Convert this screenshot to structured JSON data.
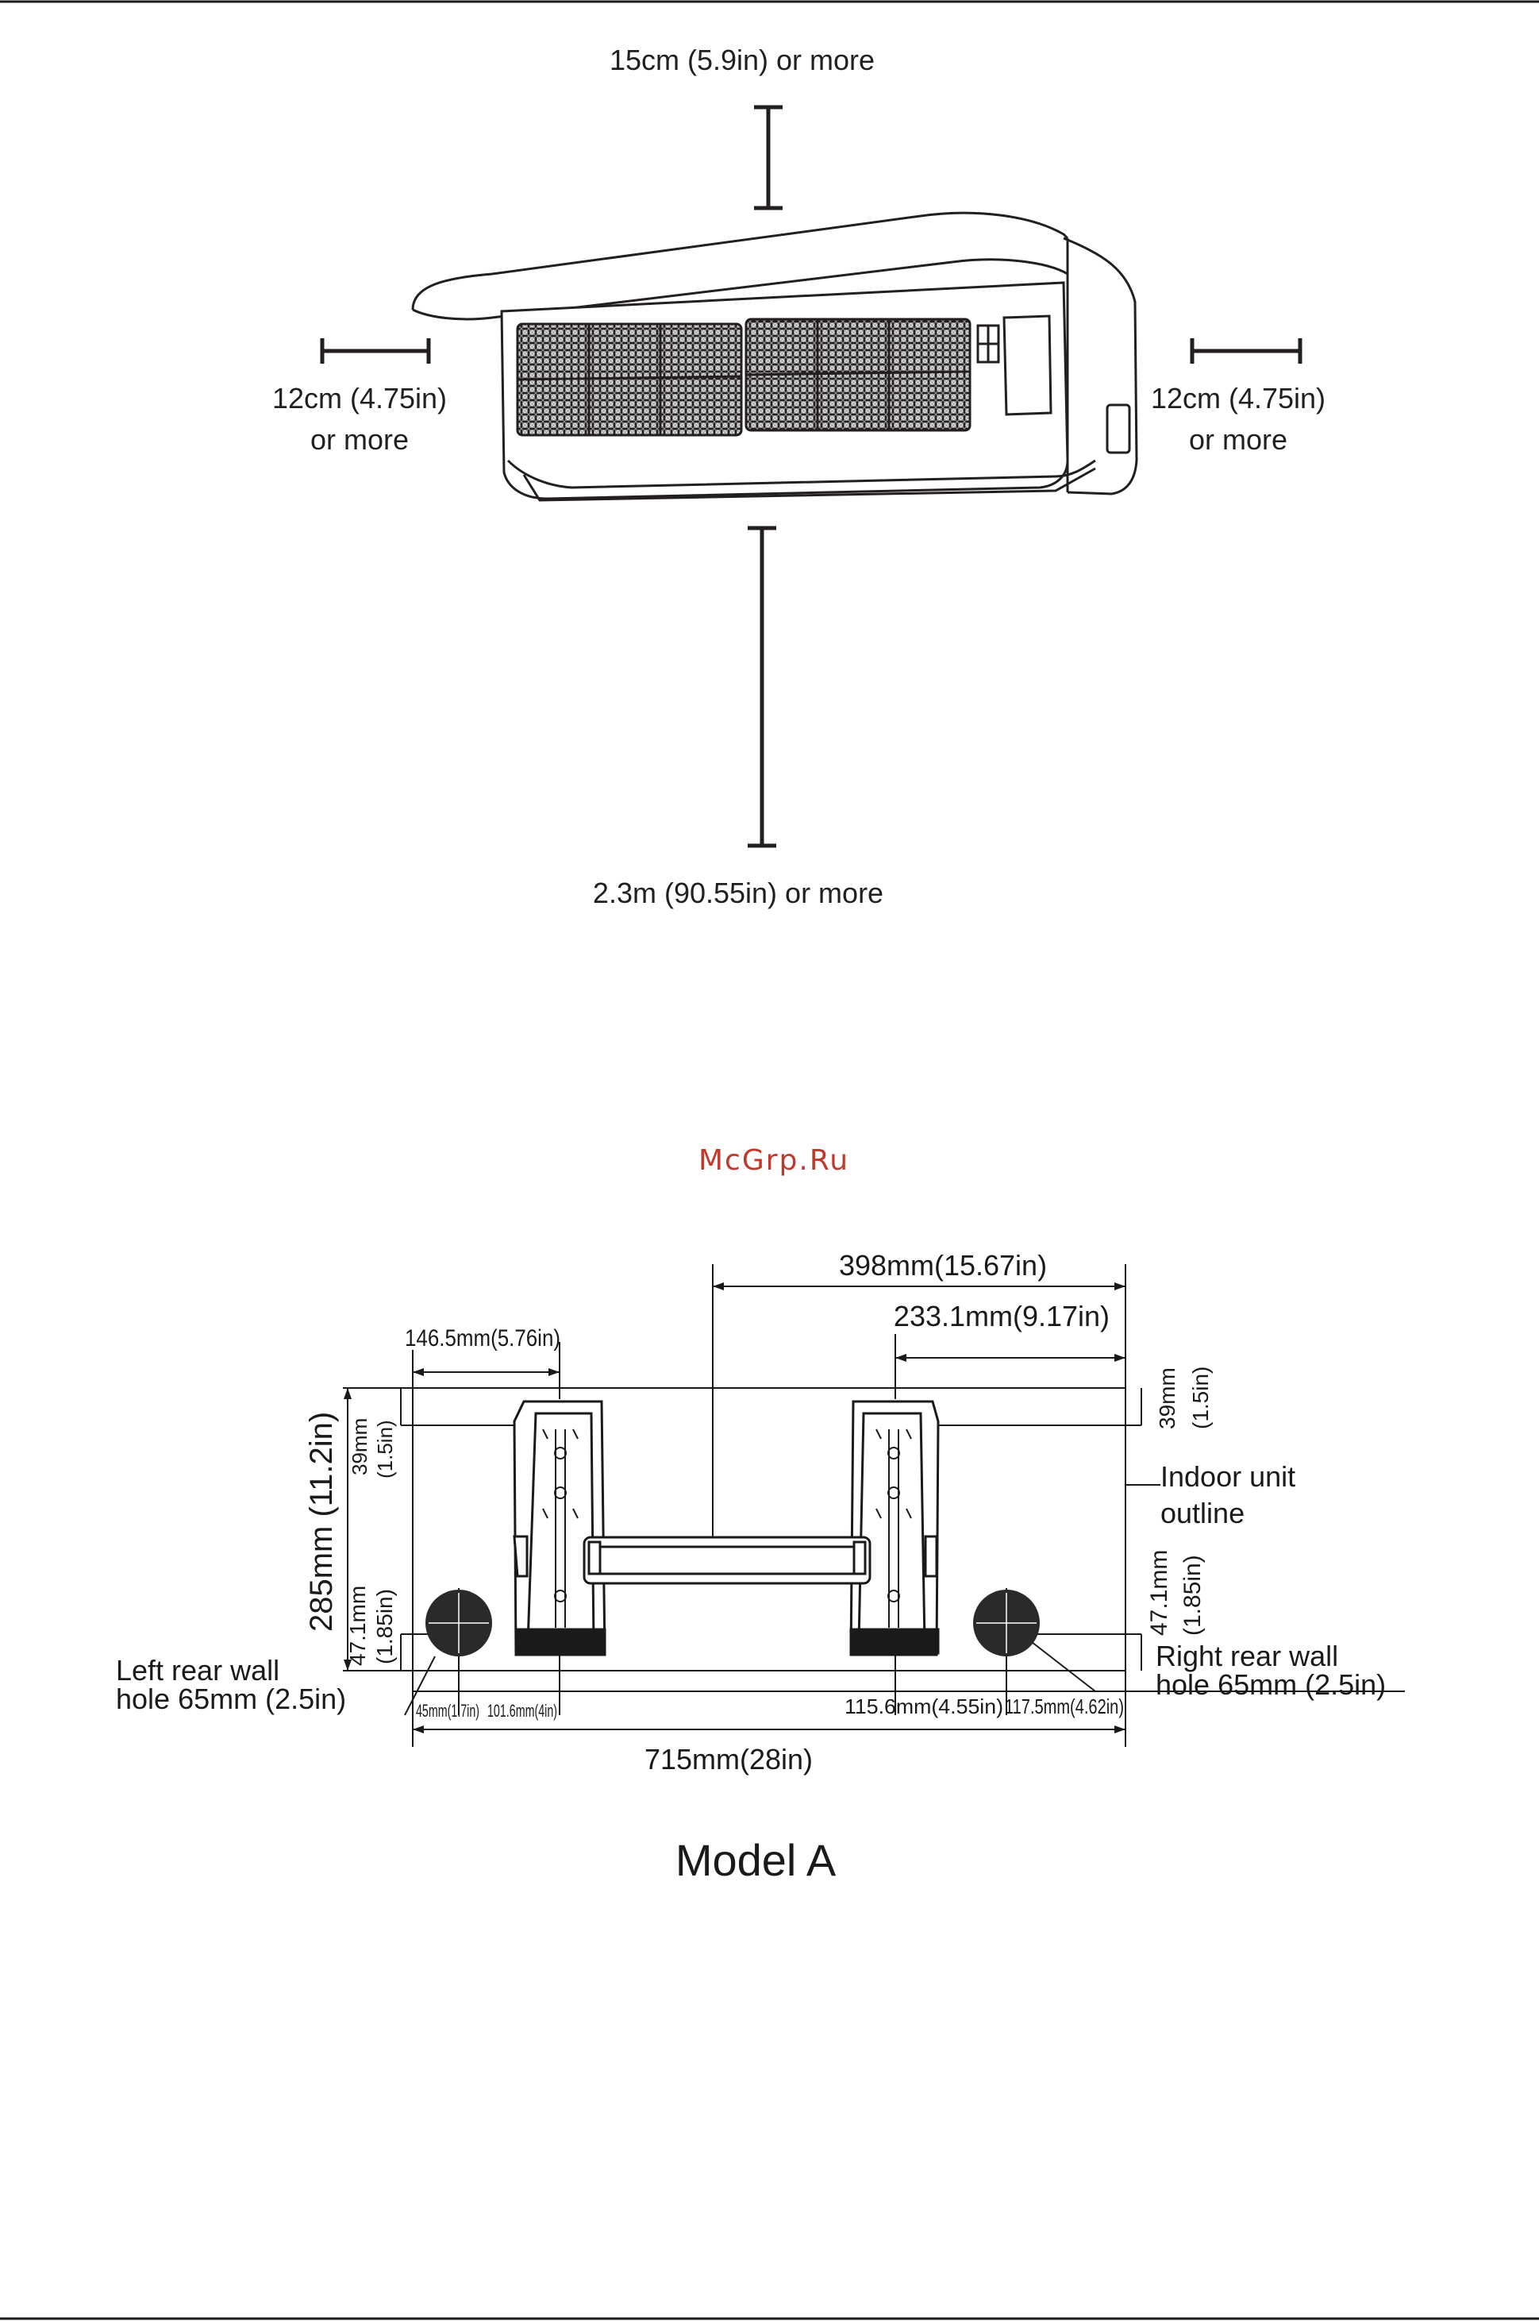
{
  "clearance": {
    "top": "15cm (5.9in) or more",
    "left_line1": "12cm (4.75in)",
    "left_line2": "or more",
    "right_line1": "12cm (4.75in)",
    "right_line2": "or more",
    "bottom": "2.3m (90.55in) or more"
  },
  "watermark": "McGrp.Ru",
  "mounting": {
    "dim_398": "398mm(15.67in)",
    "dim_233": "233.1mm(9.17in)",
    "dim_146": "146.5mm(5.76in)",
    "dim_285": "285mm (11.2in)",
    "dim_39_left_a": "39mm",
    "dim_39_left_b": "(1.5in)",
    "dim_39_right_a": "39mm",
    "dim_39_right_b": "(1.5in)",
    "dim_47_left_a": "47.1mm",
    "dim_47_left_b": "(1.85in)",
    "dim_47_right_a": "47.1mm",
    "dim_47_right_b": "(1.85in)",
    "indoor_line1": "Indoor unit",
    "indoor_line2": "outline",
    "left_hole_line1": "Left rear wall",
    "left_hole_line2": "hole 65mm (2.5in)",
    "right_hole_line1": "Right rear wall",
    "right_hole_line2": "hole 65mm (2.5in)",
    "dim_45": "45mm(1.7in)",
    "dim_101": "101.6mm(4in)",
    "dim_115": "115.6mm(4.55in)",
    "dim_117": "117.5mm(4.62in)",
    "dim_715": "715mm(28in)"
  },
  "model_label": "Model A"
}
